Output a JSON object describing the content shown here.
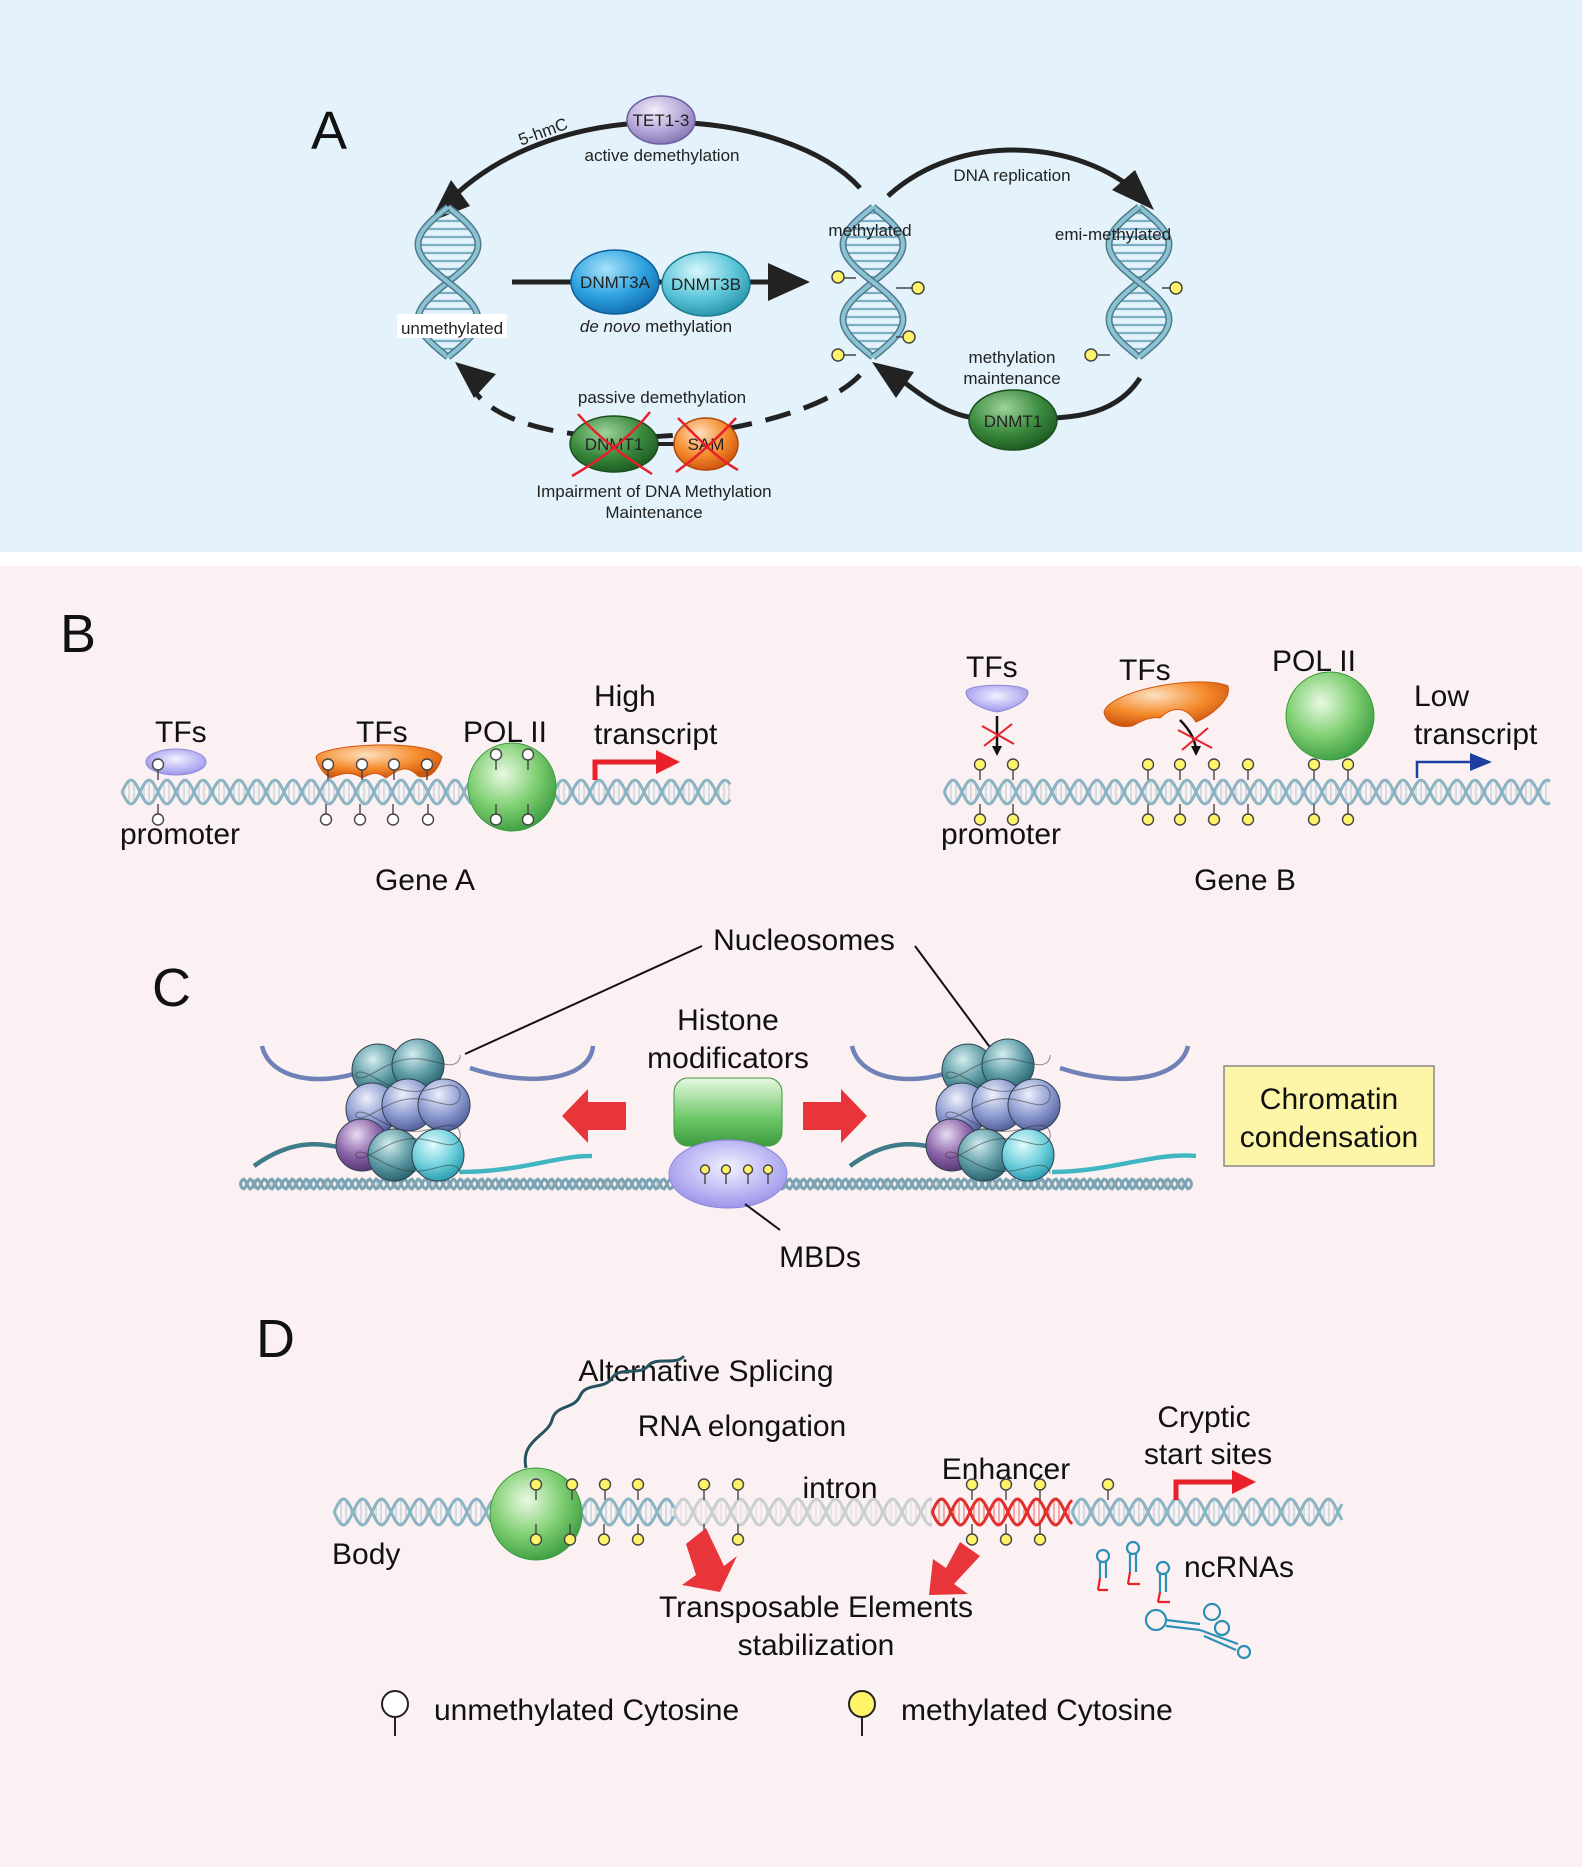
{
  "colors": {
    "panel_a_bg": "#e3f2fb",
    "panel_bcd_bg": "#fcf1f2",
    "dna": "#7aaec3",
    "methyl_yellow": "#fff36a",
    "arrow_red": "#e8353a",
    "dnmt_green": "#2e7d35",
    "chromatin_box": "#fdf5a8"
  },
  "panel_a": {
    "label": "A",
    "tet": "TET1-3",
    "hmc": "5-hmC",
    "active_demethylation": "active demethylation",
    "dna_replication": "DNA replication",
    "methylated": "methylated",
    "emi_methylated": "emi-methylated",
    "unmethylated": "unmethylated",
    "dnmt3a": "DNMT3A",
    "dnmt3b": "DNMT3B",
    "de_novo_italic": "de novo",
    "methylation_word": " methylation",
    "methylation_maintenance_1": "methylation",
    "methylation_maintenance_2": "maintenance",
    "dnmt1": "DNMT1",
    "passive_demethylation": "passive demethylation",
    "dnmt1_crossed": "DNMT1",
    "sam_crossed": "SAM",
    "impairment_1": "Impairment of DNA Methylation",
    "impairment_2": "Maintenance"
  },
  "panel_b": {
    "label": "B",
    "gene_a": {
      "tfs_1": "TFs",
      "tfs_2": "TFs",
      "pol": "POL II",
      "transcript_1": "High",
      "transcript_2": "transcript",
      "promoter": "promoter",
      "gene": "Gene A"
    },
    "gene_b": {
      "tfs_1": "TFs",
      "tfs_2": "TFs",
      "pol": "POL II",
      "transcript_1": "Low",
      "transcript_2": "transcript",
      "promoter": "promoter",
      "gene": "Gene B"
    }
  },
  "panel_c": {
    "label": "C",
    "nucleosomes": "Nucleosomes",
    "histone_1": "Histone",
    "histone_2": "modificators",
    "mbds": "MBDs",
    "chromatin_1": "Chromatin",
    "chromatin_2": "condensation"
  },
  "panel_d": {
    "label": "D",
    "alt_splicing": "Alternative Splicing",
    "rna_elongation": "RNA elongation",
    "intron": "intron",
    "enhancer": "Enhancer",
    "cryptic_1": "Cryptic",
    "cryptic_2": "start sites",
    "body": "Body",
    "ncrnas": "ncRNAs",
    "te_1": "Transposable Elements",
    "te_2": "stabilization"
  },
  "legend": {
    "unmethylated": "unmethylated Cytosine",
    "methylated": "methylated Cytosine"
  }
}
